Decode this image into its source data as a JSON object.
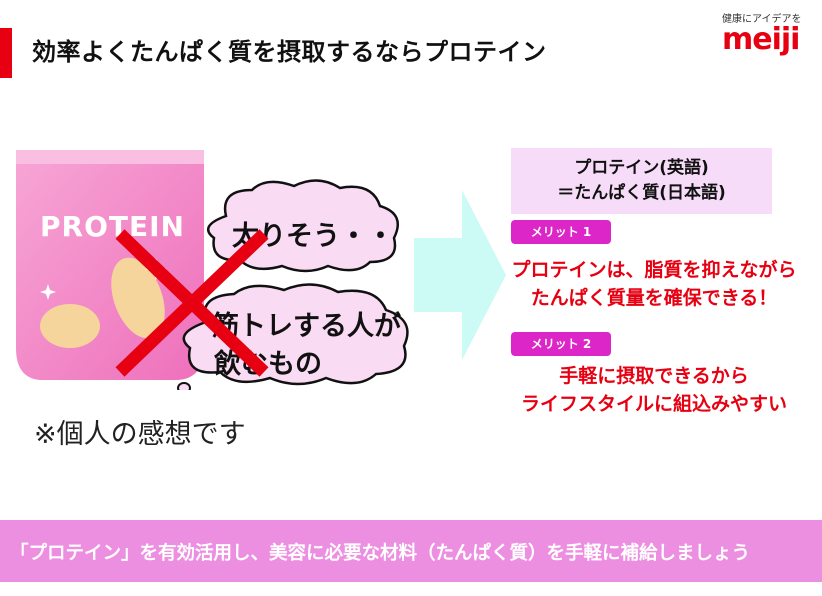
{
  "title": "効率よくたんぱく質を摂取するならプロテイン",
  "logo": {
    "tagline": "健康にアイデアを",
    "word": "meiji"
  },
  "bag_label": "PROTEIN",
  "thought_bubbles": [
    {
      "text": "太りそう・・"
    },
    {
      "lines": [
        "筋トレする人が",
        "飲むもの"
      ]
    }
  ],
  "note": "※個人の感想です",
  "definition": {
    "line1": "プロテイン(英語)",
    "line2": "＝たんぱく質(日本語)"
  },
  "merits": [
    {
      "tag": "メリット 1",
      "lines": [
        "プロテインは、脂質を抑えながら",
        "たんぱく質量を確保できる！"
      ]
    },
    {
      "tag": "メリット 2",
      "lines": [
        "手軽に摂取できるから",
        "ライフスタイルに組込みやすい"
      ]
    }
  ],
  "footer": "「プロテイン」を有効活用し、美容に必要な材料（たんぱく質）を手軽に補給しましょう",
  "colors": {
    "accent_red": "#e60012",
    "bag_pink": "#f07fc0",
    "arrow_cyan": "#ccfaf5",
    "def_bg": "#f6dcf8",
    "merit_tag": "#dc26c7",
    "footer_bg": "#ed8fe1"
  }
}
